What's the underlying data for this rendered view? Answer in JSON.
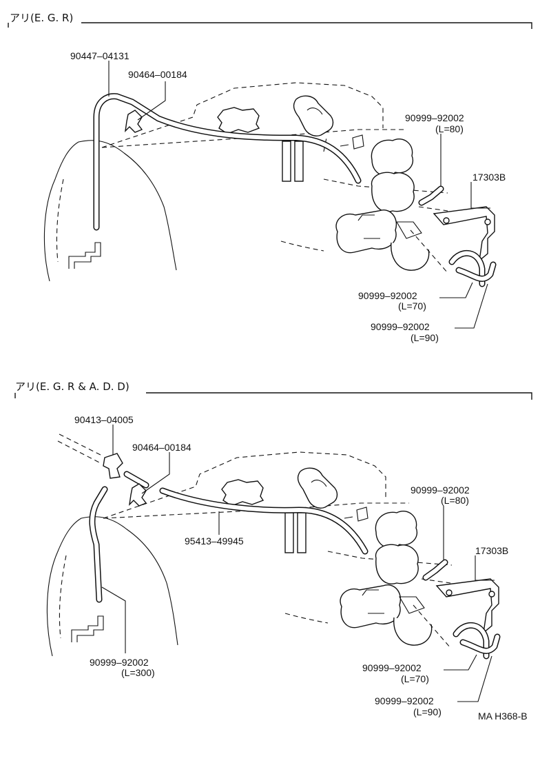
{
  "sections": [
    {
      "header": "アリ(E. G. R)",
      "labels": {
        "l1": "90447–04131",
        "l2": "90464–00184",
        "l3a": "90999–92002",
        "l3b": "(L=80)",
        "l4": "17303B",
        "l5a": "90999–92002",
        "l5b": "(L=70)",
        "l6a": "90999–92002",
        "l6b": "(L=90)"
      }
    },
    {
      "header": "アリ(E. G. R & A. D. D)",
      "labels": {
        "l1": "90413–04005",
        "l2": "90464–00184",
        "l7": "95413–49945",
        "l3a": "90999–92002",
        "l3b": "(L=80)",
        "l4": "17303B",
        "l8a": "90999–92002",
        "l8b": "(L=300)",
        "l5a": "90999–92002",
        "l5b": "(L=70)",
        "l6a": "90999–92002",
        "l6b": "(L=90)"
      }
    }
  ],
  "drawing_code": "MA H368-B"
}
